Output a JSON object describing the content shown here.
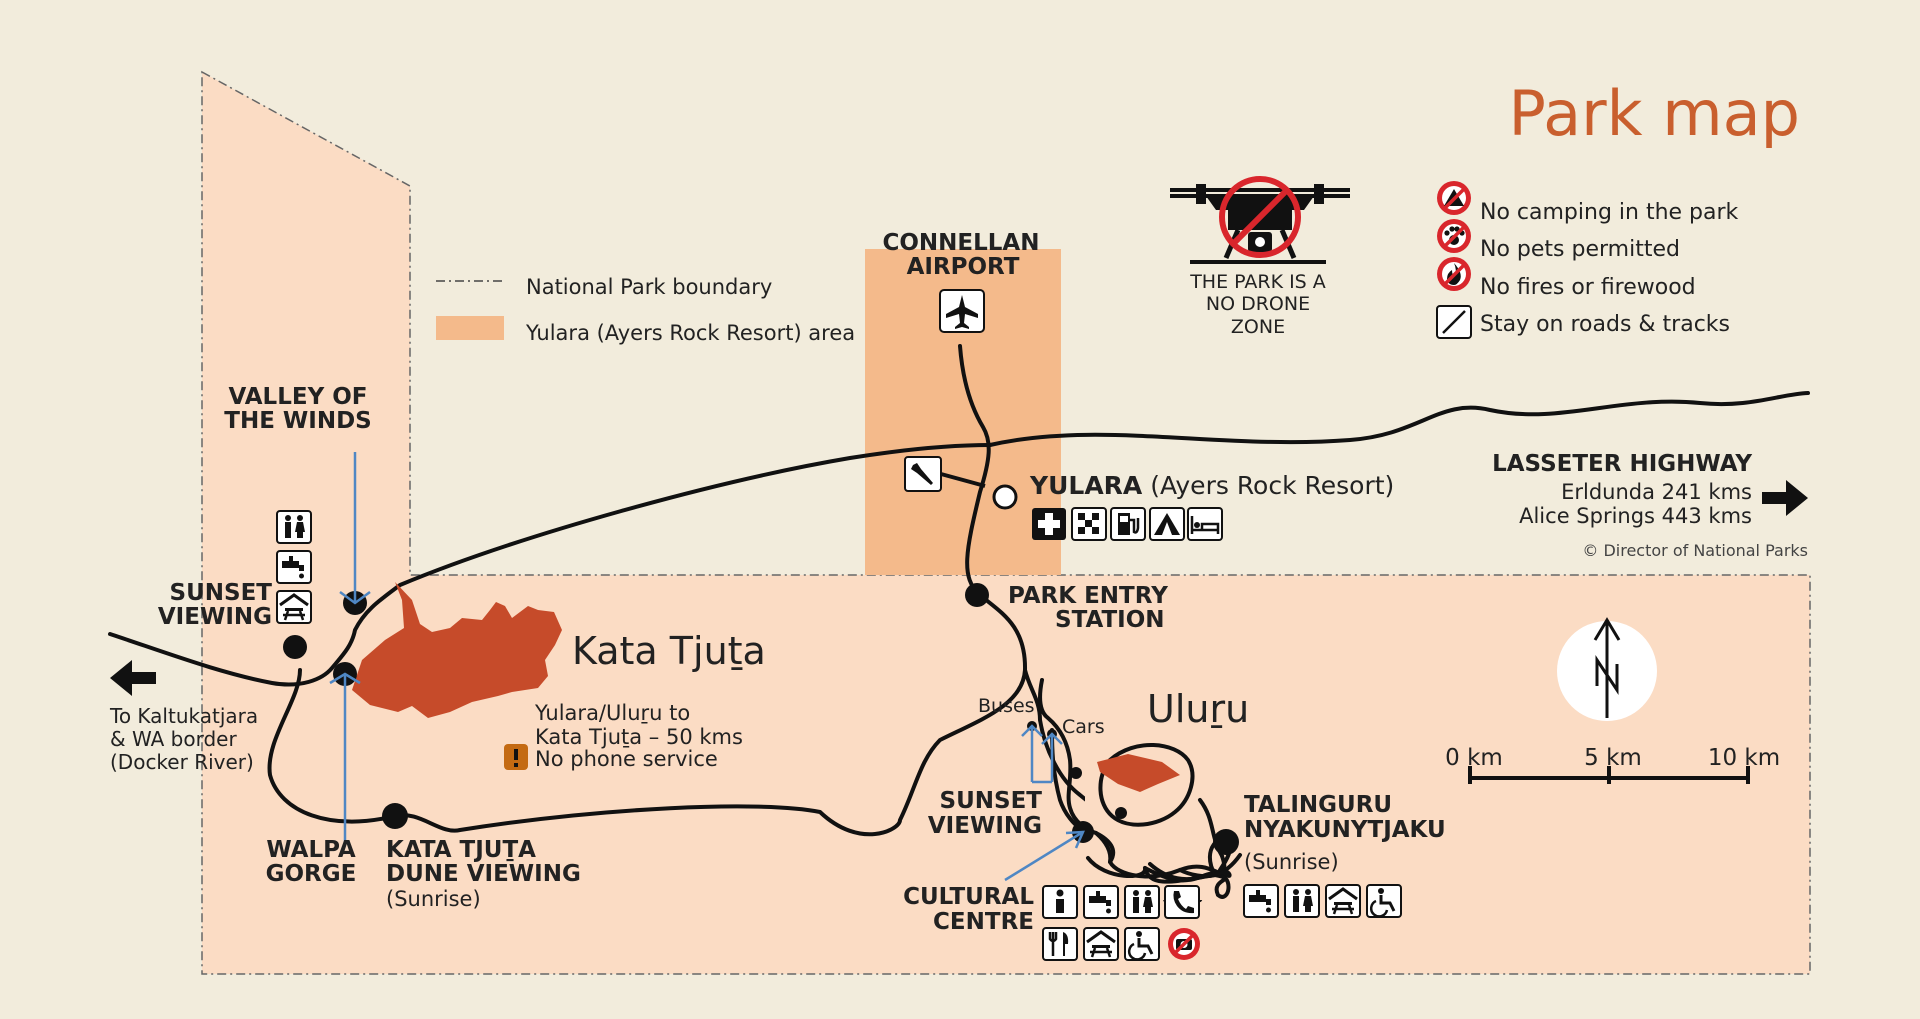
{
  "title": "Park map",
  "copyright": "© Director of National Parks",
  "legend": {
    "boundary": "National Park boundary",
    "resort_area": "Yulara (Ayers Rock Resort) area"
  },
  "drone": {
    "line1": "THE PARK IS A",
    "line2": "NO DRONE",
    "line3": "ZONE"
  },
  "rules": {
    "camping": "No camping in the park",
    "pets": "No pets permitted",
    "fires": "No fires or firewood",
    "roads": "Stay on roads & tracks"
  },
  "places": {
    "airport": {
      "line1": "CONNELLAN",
      "line2": "AIRPORT"
    },
    "yulara": {
      "name": "YULARA",
      "rest": " (Ayers Rock Resort)"
    },
    "highway": {
      "name": "LASSETER HIGHWAY",
      "line1": "Erldunda 241 kms",
      "line2": "Alice Springs 443 kms"
    },
    "park_entry": {
      "line1": "PARK ENTRY",
      "line2": "STATION"
    },
    "valley": {
      "line1": "VALLEY OF",
      "line2": "THE WINDS"
    },
    "sunset_kt": {
      "line1": "SUNSET",
      "line2": "VIEWING"
    },
    "kata_tjuta": "Kata Tjuṯa",
    "kt_distance": {
      "line1": "Yulara/Uluṟu to",
      "line2": "Kata Tjuṯa – 50 kms",
      "phone": "No phone service"
    },
    "to_kaltukatjara": {
      "line1": "To Kaltukatjara",
      "line2": "& WA border",
      "line3": "(Docker River)"
    },
    "walpa": {
      "line1": "WALPA",
      "line2": "GORGE"
    },
    "dune": {
      "line1": "KATA TJUṮA",
      "line2": "DUNE VIEWING",
      "line3": "(Sunrise)"
    },
    "buses": "Buses",
    "cars": "Cars",
    "uluru": "Uluṟu",
    "sunset_uluru": {
      "line1": "SUNSET",
      "line2": "VIEWING"
    },
    "cultural": {
      "line1": "CULTURAL",
      "line2": "CENTRE"
    },
    "talinguru": {
      "line1": "TALINGURU",
      "line2": "NYAKUNYTJAKU",
      "line3": "(Sunrise)"
    }
  },
  "scale": {
    "zero": "0 km",
    "mid": "5 km",
    "max": "10 km"
  },
  "icons": {
    "yulara": [
      "first-aid-icon",
      "checkered-flag-icon",
      "fuel-icon",
      "camping-icon",
      "bed-icon"
    ],
    "valley": [
      "toilets-icon",
      "water-tap-icon",
      "picnic-shelter-icon"
    ],
    "cultural_row1": [
      "info-icon",
      "water-tap-icon",
      "toilets-icon",
      "phone-icon"
    ],
    "cultural_row2": [
      "restaurant-icon",
      "picnic-shelter-icon",
      "wheelchair-icon",
      "no-photo-icon"
    ],
    "talinguru": [
      "water-tap-icon",
      "toilets-icon",
      "picnic-shelter-icon",
      "wheelchair-icon"
    ]
  },
  "colors": {
    "background": "#f2ecdc",
    "park": "#fbdcc4",
    "resort": "#f4ba8b",
    "rock": "#c64b2a",
    "title": "#c95f2e",
    "pointer": "#4f87c4",
    "prohibited": "#d9262c"
  }
}
